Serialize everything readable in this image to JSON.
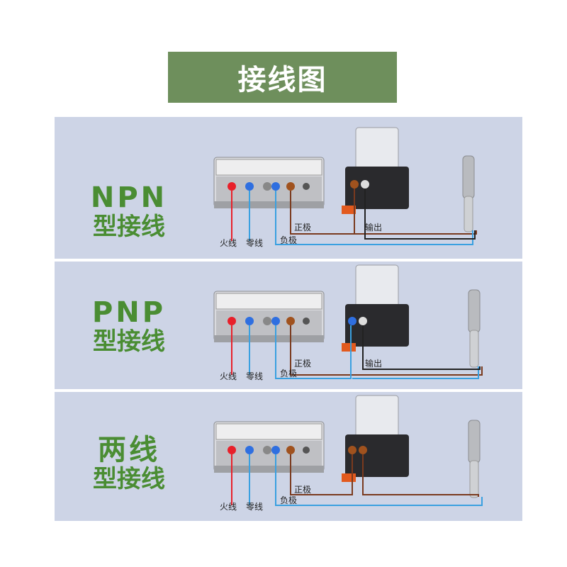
{
  "title": "接线图",
  "colors": {
    "banner": "#6e8f5c",
    "panel": "#cdd4e6",
    "label": "#4a8d33",
    "brown_wire": "#7a3a1e",
    "blue_wire": "#3aa0e0",
    "black_wire": "#222222",
    "red_terminal": "#e8202a",
    "blue_terminal": "#2f6fe0"
  },
  "panels": [
    {
      "label_line1": "NPN",
      "label_line2": "型接线",
      "wire_labels": {
        "live": "火线",
        "neutral": "零线",
        "positive": "正极",
        "negative": "负极",
        "output": "输出"
      }
    },
    {
      "label_line1": "PNP",
      "label_line2": "型接线",
      "wire_labels": {
        "live": "火线",
        "neutral": "零线",
        "positive": "正极",
        "negative": "负极",
        "output": "输出"
      }
    },
    {
      "label_line1": "两线",
      "label_line2": "型接线",
      "wire_labels": {
        "live": "火线",
        "neutral": "零线",
        "positive": "正极",
        "negative": "负极"
      }
    }
  ]
}
